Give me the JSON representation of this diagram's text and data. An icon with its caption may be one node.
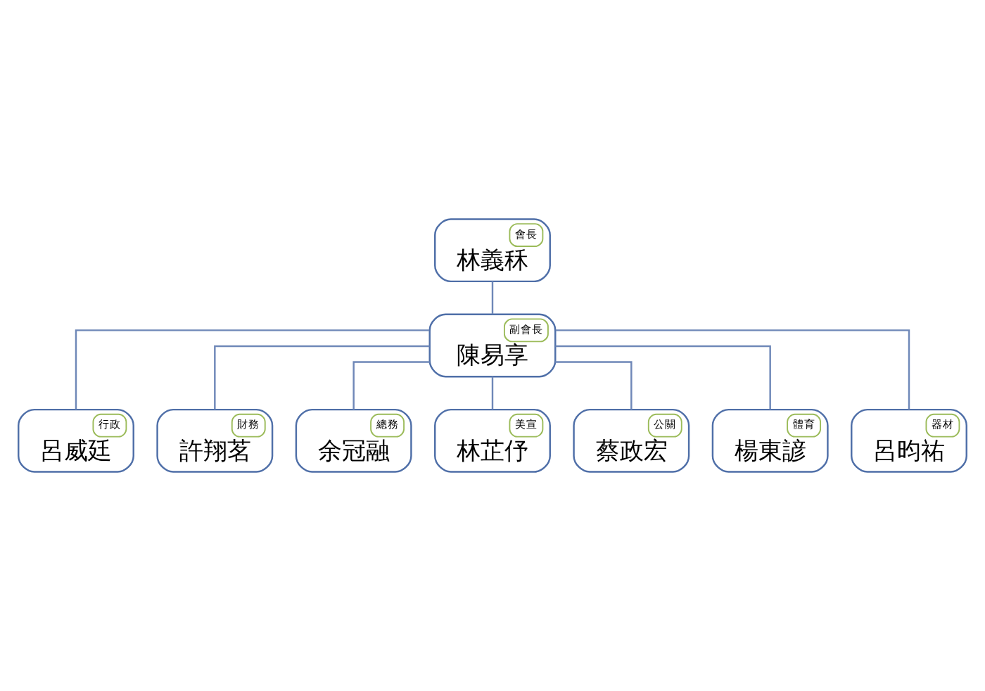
{
  "diagram": {
    "nodes": [
      {
        "text": [
          "會長",
          "林義秝"
        ]
      },
      {
        "text": [
          "副會長",
          "陳易享"
        ]
      },
      {
        "text": [
          "行政",
          "呂威廷"
        ]
      },
      {
        "text": [
          "財務",
          "許翔茗"
        ]
      },
      {
        "text": [
          "總務",
          "余冠融"
        ]
      },
      {
        "text": [
          "美宣",
          "林芷伃"
        ]
      },
      {
        "text": [
          "公關",
          "蔡政宏"
        ]
      },
      {
        "text": [
          "體育",
          "楊東諺"
        ]
      },
      {
        "text": [
          "器材",
          "呂昀祐"
        ]
      }
    ],
    "edges": [
      {
        "from": 0,
        "to": 1,
        "arrow": "none"
      },
      {
        "from": 1,
        "to": 2,
        "arrow": "none"
      },
      {
        "from": 1,
        "to": 3,
        "arrow": "none"
      },
      {
        "from": 1,
        "to": 4,
        "arrow": "none"
      },
      {
        "from": 1,
        "to": 5,
        "arrow": "none"
      },
      {
        "from": 1,
        "to": 6,
        "arrow": "none"
      },
      {
        "from": 1,
        "to": 7,
        "arrow": "none"
      },
      {
        "from": 1,
        "to": 8,
        "arrow": "none"
      }
    ]
  }
}
